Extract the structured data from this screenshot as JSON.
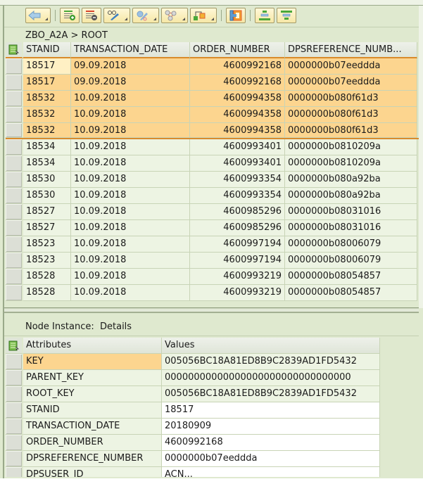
{
  "toolbar": {
    "buttons": [
      {
        "name": "back-button",
        "icon": "arrow-left-icon",
        "has_menu": true
      },
      {
        "name": "insert-row-button",
        "icon": "insert-row-icon",
        "has_menu": false
      },
      {
        "name": "delete-row-button",
        "icon": "delete-row-icon",
        "has_menu": false
      },
      {
        "name": "edit-button",
        "icon": "glasses-pencil-icon",
        "has_menu": true
      },
      {
        "name": "action-button",
        "icon": "gear-pencil-icon",
        "has_menu": true
      },
      {
        "name": "association-button",
        "icon": "network-nodes-icon",
        "has_menu": true
      },
      {
        "name": "query-button",
        "icon": "hierarchy-icon",
        "has_menu": true
      },
      {
        "name": "save-button",
        "icon": "lock-bracket-icon",
        "has_menu": false
      },
      {
        "name": "align-bottom-button",
        "icon": "align-bottom-icon",
        "has_menu": false
      },
      {
        "name": "align-top-button",
        "icon": "align-top-icon",
        "has_menu": false
      }
    ]
  },
  "breadcrumb": {
    "text": "ZBO_A2A > ROOT"
  },
  "table": {
    "columns": [
      "STANID",
      "TRANSACTION_DATE",
      "ORDER_NUMBER",
      "DPSREFERENCE_NUMB..."
    ],
    "rows": [
      {
        "stanid": "18517",
        "transaction_date": "09.09.2018",
        "order_number": "4600992168",
        "dpsreference_number": "0000000b07eeddda",
        "highlighted": true
      },
      {
        "stanid": "18517",
        "transaction_date": "09.09.2018",
        "order_number": "4600992168",
        "dpsreference_number": "0000000b07eeddda",
        "highlighted": true
      },
      {
        "stanid": "18532",
        "transaction_date": "10.09.2018",
        "order_number": "4600994358",
        "dpsreference_number": "0000000b080f61d3",
        "highlighted": true
      },
      {
        "stanid": "18532",
        "transaction_date": "10.09.2018",
        "order_number": "4600994358",
        "dpsreference_number": "0000000b080f61d3",
        "highlighted": true
      },
      {
        "stanid": "18532",
        "transaction_date": "10.09.2018",
        "order_number": "4600994358",
        "dpsreference_number": "0000000b080f61d3",
        "highlighted": true
      },
      {
        "stanid": "18534",
        "transaction_date": "10.09.2018",
        "order_number": "4600993401",
        "dpsreference_number": "0000000b0810209a",
        "highlighted": false
      },
      {
        "stanid": "18534",
        "transaction_date": "10.09.2018",
        "order_number": "4600993401",
        "dpsreference_number": "0000000b0810209a",
        "highlighted": false
      },
      {
        "stanid": "18530",
        "transaction_date": "10.09.2018",
        "order_number": "4600993354",
        "dpsreference_number": "0000000b080a92ba",
        "highlighted": false
      },
      {
        "stanid": "18530",
        "transaction_date": "10.09.2018",
        "order_number": "4600993354",
        "dpsreference_number": "0000000b080a92ba",
        "highlighted": false
      },
      {
        "stanid": "18527",
        "transaction_date": "10.09.2018",
        "order_number": "4600985296",
        "dpsreference_number": "0000000b08031016",
        "highlighted": false
      },
      {
        "stanid": "18527",
        "transaction_date": "10.09.2018",
        "order_number": "4600985296",
        "dpsreference_number": "0000000b08031016",
        "highlighted": false
      },
      {
        "stanid": "18523",
        "transaction_date": "10.09.2018",
        "order_number": "4600997194",
        "dpsreference_number": "0000000b08006079",
        "highlighted": false
      },
      {
        "stanid": "18523",
        "transaction_date": "10.09.2018",
        "order_number": "4600997194",
        "dpsreference_number": "0000000b08006079",
        "highlighted": false
      },
      {
        "stanid": "18528",
        "transaction_date": "10.09.2018",
        "order_number": "4600993219",
        "dpsreference_number": "0000000b08054857",
        "highlighted": false
      },
      {
        "stanid": "18528",
        "transaction_date": "10.09.2018",
        "order_number": "4600993219",
        "dpsreference_number": "0000000b08054857",
        "highlighted": false
      }
    ]
  },
  "details": {
    "title": "Node Instance:  Details",
    "columns": [
      "Attributes",
      "Values"
    ],
    "rows": [
      {
        "attribute": "KEY",
        "value": "005056BC18A81ED8B9C2839AD1FD5432",
        "readonly": true,
        "selected": true
      },
      {
        "attribute": "PARENT_KEY",
        "value": "00000000000000000000000000000000",
        "readonly": true,
        "selected": false
      },
      {
        "attribute": "ROOT_KEY",
        "value": "005056BC18A81ED8B9C2839AD1FD5432",
        "readonly": true,
        "selected": false
      },
      {
        "attribute": "STANID",
        "value": "18517",
        "readonly": false,
        "selected": false
      },
      {
        "attribute": "TRANSACTION_DATE",
        "value": "20180909",
        "readonly": false,
        "selected": false
      },
      {
        "attribute": "ORDER_NUMBER",
        "value": "4600992168",
        "readonly": false,
        "selected": false
      },
      {
        "attribute": "DPSREFERENCE_NUMBER",
        "value": "0000000b07eeddda",
        "readonly": false,
        "selected": false
      },
      {
        "attribute": "DPSUSER_ID",
        "value": "ACN...",
        "readonly": false,
        "selected": false
      }
    ]
  },
  "colors": {
    "frame_bg": "#dfe9cf",
    "row_highlight": "#fcd58f",
    "row_normal": "#edf4e3",
    "header_underline": "#d98b2b"
  }
}
